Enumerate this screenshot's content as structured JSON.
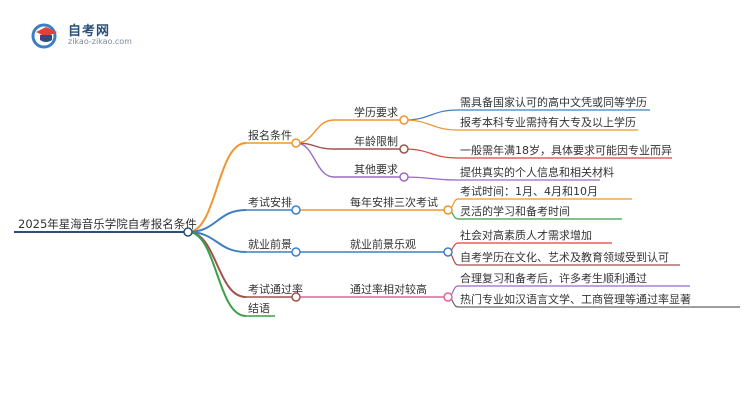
{
  "logo": {
    "title": "自考网",
    "subtitle": "zikao-zikao.com"
  },
  "mindmap": {
    "root": "2025年星海音乐学院自考报名条件",
    "branches": [
      {
        "label": "报名条件",
        "color": "#f0952f",
        "children": [
          {
            "label": "学历要求",
            "color": "#f0952f",
            "leaves": [
              {
                "label": "需具备国家认可的高中文凭或同等学历",
                "color": "#3e7fc4"
              },
              {
                "label": "报考本科专业需持有大专及以上学历",
                "color": "#f0952f"
              }
            ]
          },
          {
            "label": "年龄限制",
            "color": "#a0524d",
            "leaves": [
              {
                "label": "一般需年满18岁，具体要求可能因专业而异",
                "color": "#e0423a"
              }
            ]
          },
          {
            "label": "其他要求",
            "color": "#9b6bc2",
            "leaves": [
              {
                "label": "提供真实的个人信息和相关材料",
                "color": "#9b6bc2"
              }
            ]
          }
        ]
      },
      {
        "label": "考试安排",
        "color": "#3e7fc4",
        "children": [
          {
            "label": "每年安排三次考试",
            "color": "#f0952f",
            "leaves": [
              {
                "label": "考试时间：1月、4月和10月",
                "color": "#f0952f"
              },
              {
                "label": "灵活的学习和备考时间",
                "color": "#3aa148"
              }
            ]
          }
        ]
      },
      {
        "label": "就业前景",
        "color": "#3e7fc4",
        "children": [
          {
            "label": "就业前景乐观",
            "color": "#3e7fc4",
            "leaves": [
              {
                "label": "社会对高素质人才需求增加",
                "color": "#e0423a"
              },
              {
                "label": "自考学历在文化、艺术及教育领域受到认可",
                "color": "#a0524d"
              }
            ]
          }
        ]
      },
      {
        "label": "考试通过率",
        "color": "#a0524d",
        "children": [
          {
            "label": "通过率相对较高",
            "color": "#e8609a",
            "leaves": [
              {
                "label": "合理复习和备考后，许多考生顺利通过",
                "color": "#9b6bc2"
              },
              {
                "label": "热门专业如汉语言文学、工商管理等通过率显著",
                "color": "#666666"
              }
            ]
          }
        ]
      },
      {
        "label": "结语",
        "color": "#3aa148",
        "children": []
      }
    ]
  }
}
